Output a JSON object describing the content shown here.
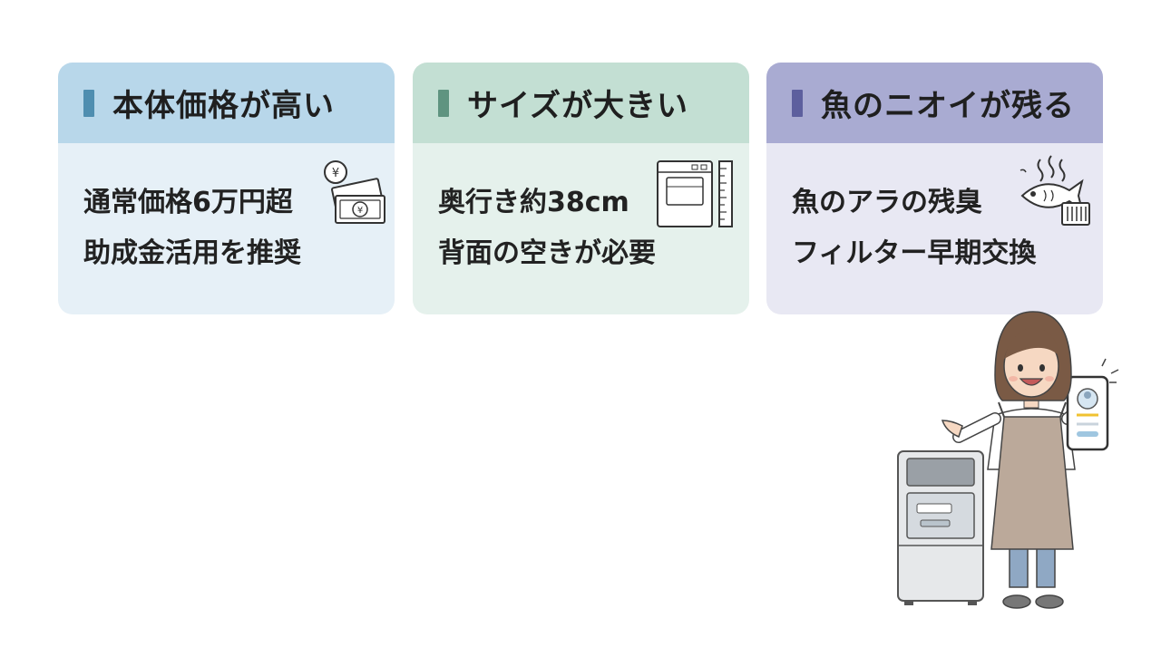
{
  "cards": [
    {
      "title": "本体価格が高い",
      "lines": [
        "通常価格6万円超",
        "助成金活用を推奨"
      ],
      "icon": "yen-bills-icon"
    },
    {
      "title": "サイズが大きい",
      "lines": [
        "奥行き約38cm",
        "背面の空きが必要"
      ],
      "icon": "appliance-ruler-icon"
    },
    {
      "title": "魚のニオイが残る",
      "lines": [
        "魚のアラの残臭",
        "フィルター早期交換"
      ],
      "icon": "smelly-fish-icon"
    }
  ],
  "illustration": {
    "subject": "woman-with-appliance-and-phone",
    "colors": {
      "apron": "#bba99a",
      "shirt": "#ffffff",
      "hair": "#7a5a45",
      "appliance": "#e6e8ea"
    }
  }
}
